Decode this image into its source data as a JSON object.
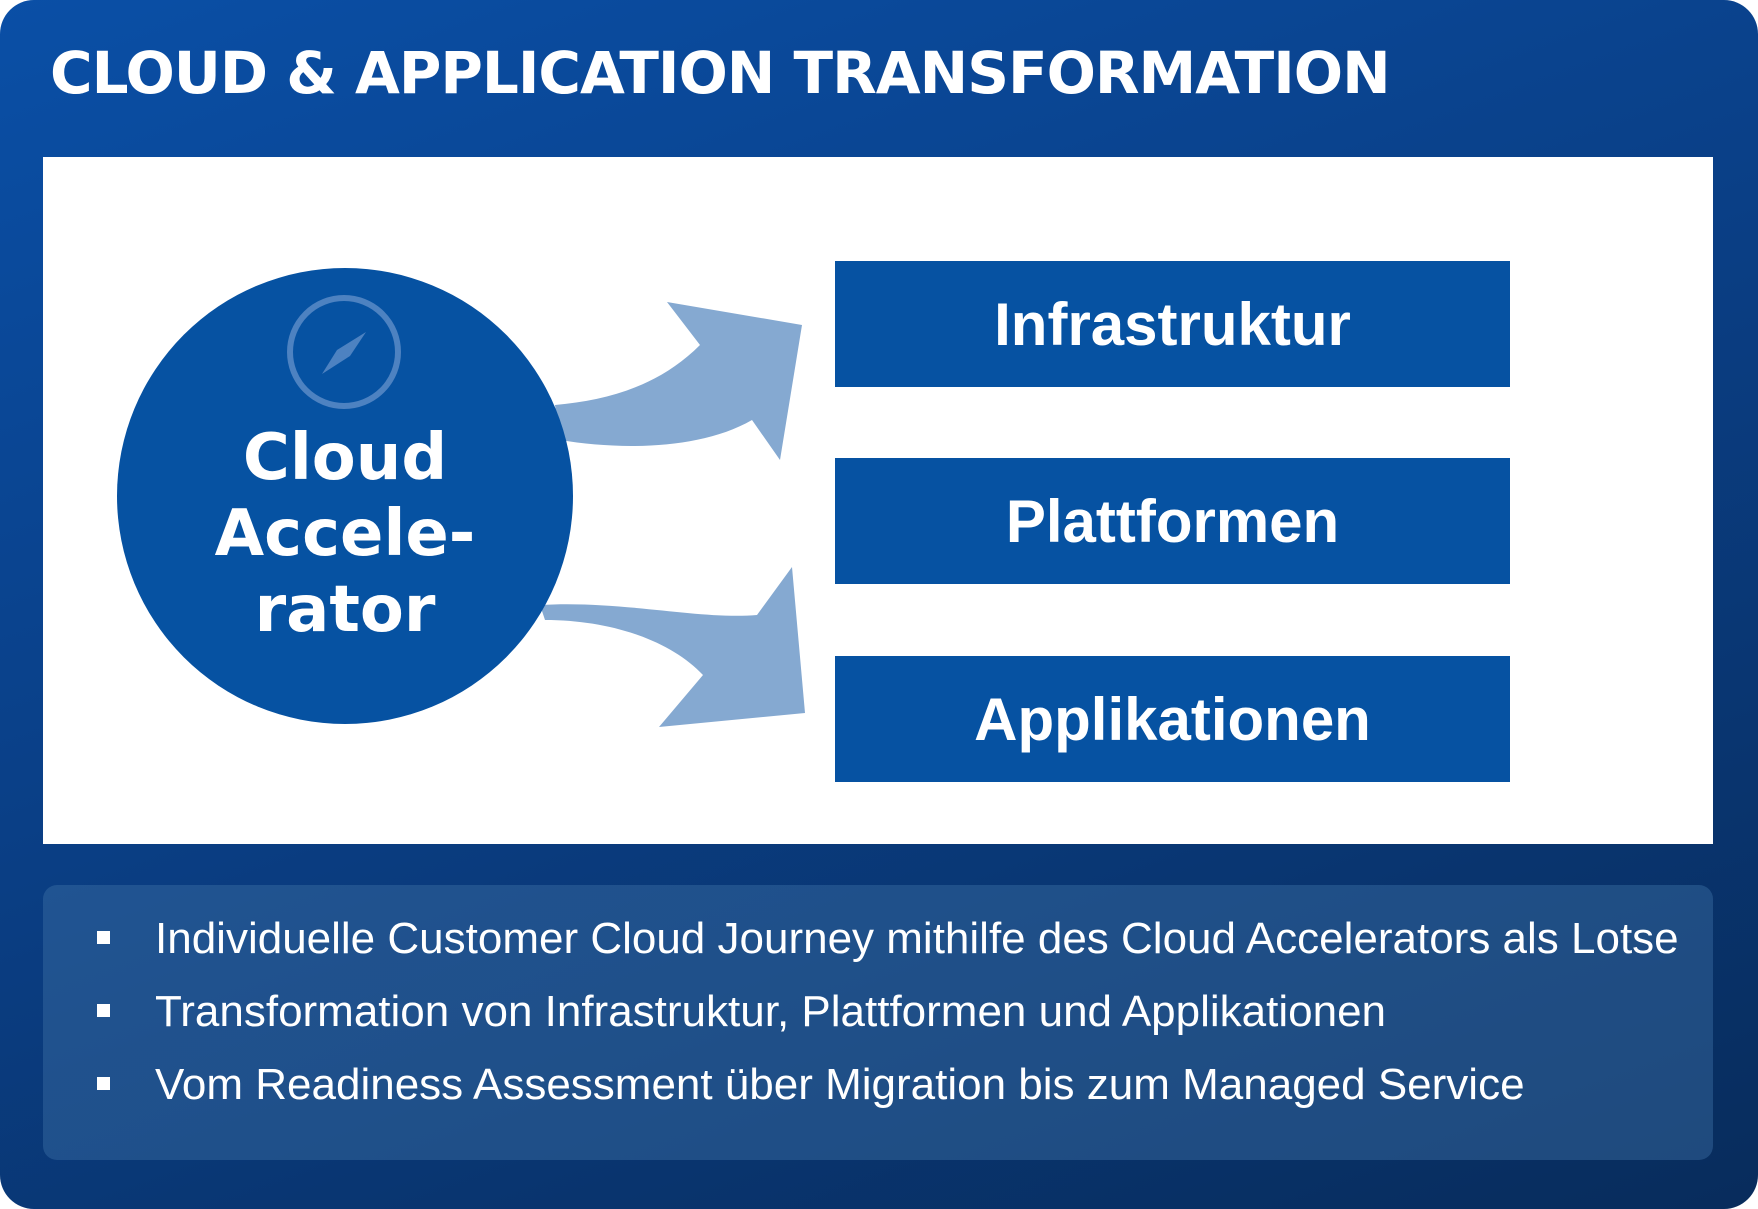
{
  "title": "CLOUD & APPLICATION TRANSFORMATION",
  "hub": {
    "lines": [
      "Cloud",
      "Accele-",
      "rator"
    ],
    "icon": "compass-icon"
  },
  "targets": [
    "Infrastruktur",
    "Plattformen",
    "Applikationen"
  ],
  "bullets": [
    "Individuelle Customer Cloud Journey mithilfe des Cloud Accelerators als Lotse",
    "Transformation von Infrastruktur, Plattformen und Applikationen",
    "Vom Readiness Assessment über Migration bis zum Managed Service"
  ],
  "colors": {
    "background": "#0a3f86",
    "box": "#0652a2",
    "circle": "#0652a2",
    "arrow": "#85a9d1",
    "panel": "#ffffff"
  }
}
